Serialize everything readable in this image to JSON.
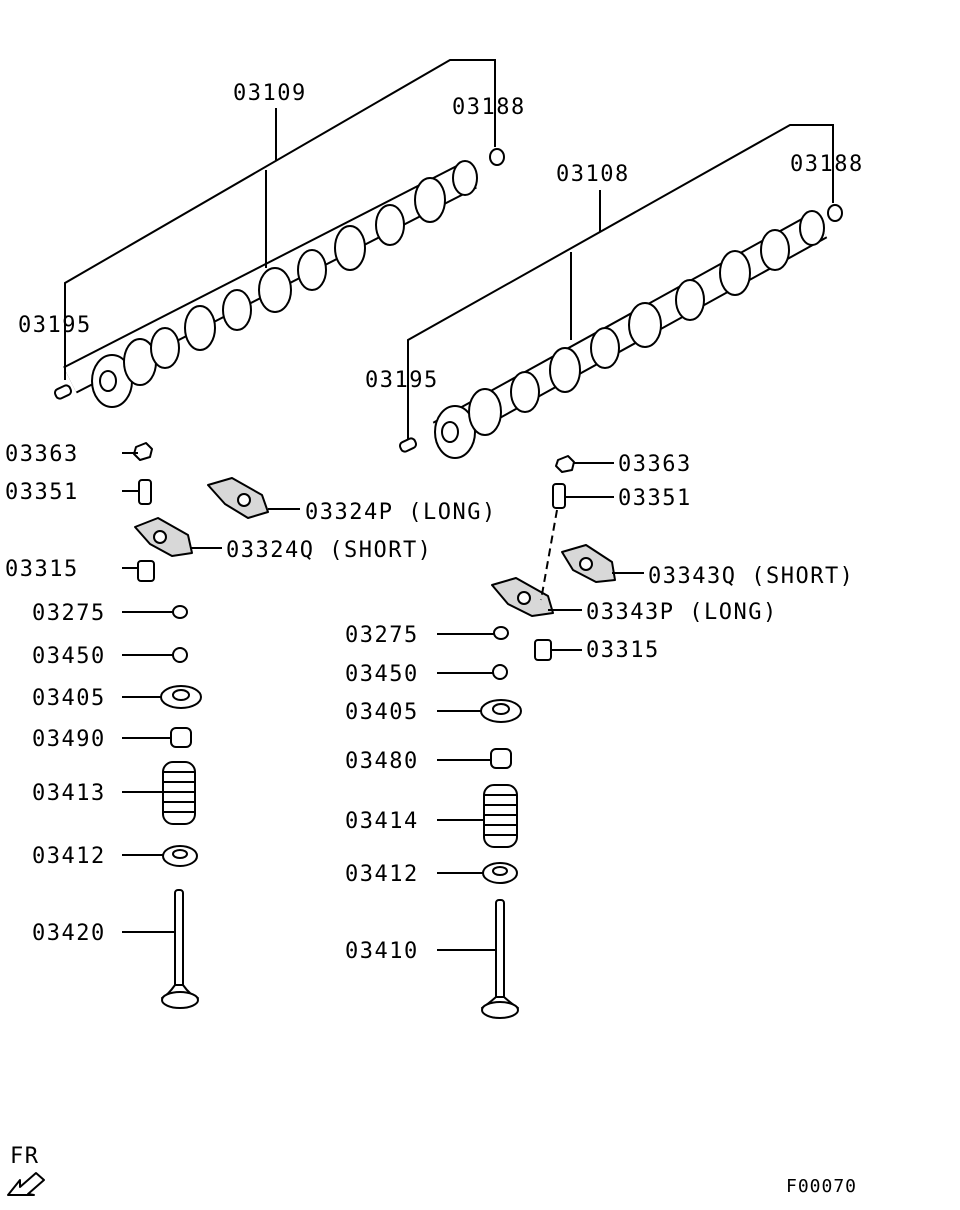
{
  "labels": {
    "cam_left": "03109",
    "cam_right": "03108",
    "plug_left": "03188",
    "plug_right": "03188",
    "pin_left": "03195",
    "pin_right": "03195",
    "nut_left": "03363",
    "nut_right": "03363",
    "screw_left": "03351",
    "screw_right": "03351",
    "arm_long_left": "03324P (LONG)",
    "arm_short_left": "03324Q (SHORT)",
    "arm_short_right": "03343Q (SHORT)",
    "arm_long_right": "03343P (LONG)",
    "shaft_left": "03315",
    "shaft_right": "03315",
    "key_left": "03275",
    "key_right": "03275",
    "retainer_left": "03450",
    "retainer_right": "03450",
    "seat_left": "03405",
    "seat_right": "03405",
    "seal_left": "03490",
    "seal_right": "03480",
    "spring_left": "03413",
    "spring_right": "03414",
    "spring_seat_left": "03412",
    "spring_seat_right": "03412",
    "valve_left": "03420",
    "valve_right": "03410",
    "front_marker": "FR",
    "figure_code": "F00070"
  }
}
